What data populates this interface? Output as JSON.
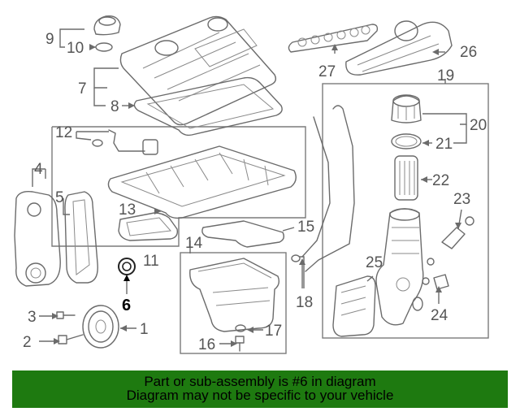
{
  "diagram": {
    "callouts": [
      {
        "id": "c1",
        "text": "1"
      },
      {
        "id": "c2",
        "text": "2"
      },
      {
        "id": "c3",
        "text": "3"
      },
      {
        "id": "c4",
        "text": "4"
      },
      {
        "id": "c5",
        "text": "5"
      },
      {
        "id": "c6",
        "text": "6",
        "highlighted": true
      },
      {
        "id": "c7",
        "text": "7"
      },
      {
        "id": "c8",
        "text": "8"
      },
      {
        "id": "c9",
        "text": "9"
      },
      {
        "id": "c10",
        "text": "10"
      },
      {
        "id": "c11",
        "text": "11"
      },
      {
        "id": "c12",
        "text": "12"
      },
      {
        "id": "c13",
        "text": "13"
      },
      {
        "id": "c14",
        "text": "14"
      },
      {
        "id": "c15",
        "text": "15"
      },
      {
        "id": "c16",
        "text": "16"
      },
      {
        "id": "c17",
        "text": "17"
      },
      {
        "id": "c18",
        "text": "18"
      },
      {
        "id": "c19",
        "text": "19"
      },
      {
        "id": "c20",
        "text": "20"
      },
      {
        "id": "c21",
        "text": "21"
      },
      {
        "id": "c22",
        "text": "22"
      },
      {
        "id": "c23",
        "text": "23"
      },
      {
        "id": "c24",
        "text": "24"
      },
      {
        "id": "c25",
        "text": "25"
      },
      {
        "id": "c26",
        "text": "26"
      },
      {
        "id": "c27",
        "text": "27"
      }
    ]
  },
  "banner": {
    "line1": "Part or sub-assembly is #6 in diagram",
    "line2": "Diagram may not be specific to your vehicle",
    "background_color": "#1e7a10"
  }
}
